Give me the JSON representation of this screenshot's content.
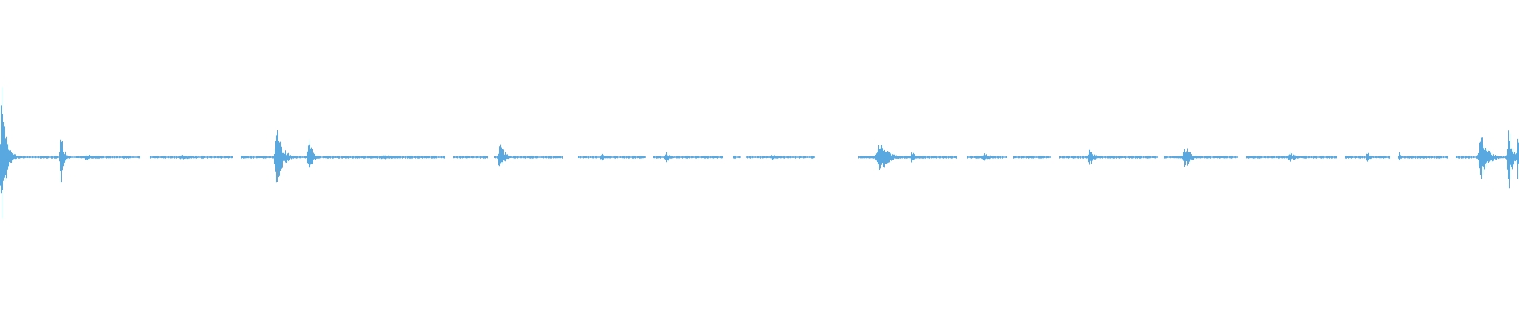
{
  "waveform": {
    "color": "#5aa8e0",
    "baseline_gaps": [
      [
        0.092,
        0.098
      ],
      [
        0.153,
        0.158
      ],
      [
        0.293,
        0.298
      ],
      [
        0.321,
        0.325
      ],
      [
        0.37,
        0.38
      ],
      [
        0.425,
        0.43
      ],
      [
        0.476,
        0.482
      ],
      [
        0.487,
        0.491
      ],
      [
        0.536,
        0.565
      ],
      [
        0.63,
        0.636
      ],
      [
        0.663,
        0.667
      ],
      [
        0.692,
        0.697
      ],
      [
        0.762,
        0.766
      ],
      [
        0.815,
        0.82
      ],
      [
        0.88,
        0.885
      ],
      [
        0.915,
        0.92
      ],
      [
        0.953,
        0.958
      ]
    ],
    "bursts": [
      {
        "pos": 0.001,
        "amp": 0.99,
        "width": 0.006
      },
      {
        "pos": 0.04,
        "amp": 0.34,
        "width": 0.004
      },
      {
        "pos": 0.057,
        "amp": 0.05,
        "width": 0.008
      },
      {
        "pos": 0.12,
        "amp": 0.03,
        "width": 0.02
      },
      {
        "pos": 0.182,
        "amp": 0.43,
        "width": 0.008
      },
      {
        "pos": 0.203,
        "amp": 0.28,
        "width": 0.005
      },
      {
        "pos": 0.252,
        "amp": 0.03,
        "width": 0.025
      },
      {
        "pos": 0.329,
        "amp": 0.22,
        "width": 0.006
      },
      {
        "pos": 0.396,
        "amp": 0.06,
        "width": 0.006
      },
      {
        "pos": 0.438,
        "amp": 0.08,
        "width": 0.006
      },
      {
        "pos": 0.508,
        "amp": 0.04,
        "width": 0.008
      },
      {
        "pos": 0.579,
        "amp": 0.22,
        "width": 0.012
      },
      {
        "pos": 0.6,
        "amp": 0.1,
        "width": 0.004
      },
      {
        "pos": 0.648,
        "amp": 0.05,
        "width": 0.01
      },
      {
        "pos": 0.717,
        "amp": 0.14,
        "width": 0.006
      },
      {
        "pos": 0.78,
        "amp": 0.16,
        "width": 0.008
      },
      {
        "pos": 0.849,
        "amp": 0.07,
        "width": 0.008
      },
      {
        "pos": 0.9,
        "amp": 0.08,
        "width": 0.004
      },
      {
        "pos": 0.921,
        "amp": 0.09,
        "width": 0.002
      },
      {
        "pos": 0.975,
        "amp": 0.28,
        "width": 0.01
      },
      {
        "pos": 0.993,
        "amp": 0.43,
        "width": 0.005
      },
      {
        "pos": 0.999,
        "amp": 0.3,
        "width": 0.003
      }
    ]
  }
}
